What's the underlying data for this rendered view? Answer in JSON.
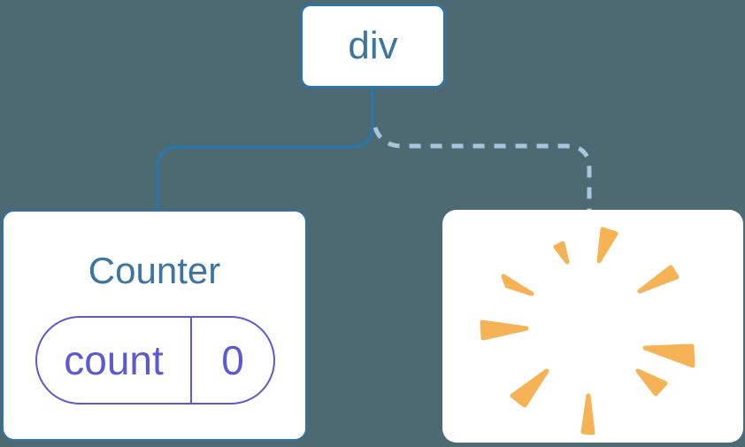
{
  "colors": {
    "background": "#4D6972",
    "card_bg": "#FFFFFF",
    "node_border": "#2E75A7",
    "node_text": "#3A76A1",
    "edge_solid": "#2E75A7",
    "edge_dashed": "#A5C6DD",
    "state_accent": "#5A5AD5",
    "poof": "#F6B355"
  },
  "tree": {
    "root_label": "div"
  },
  "counter": {
    "title": "Counter",
    "state_key": "count",
    "state_value": "0"
  },
  "removed": {
    "icon_name": "poof-starburst"
  }
}
